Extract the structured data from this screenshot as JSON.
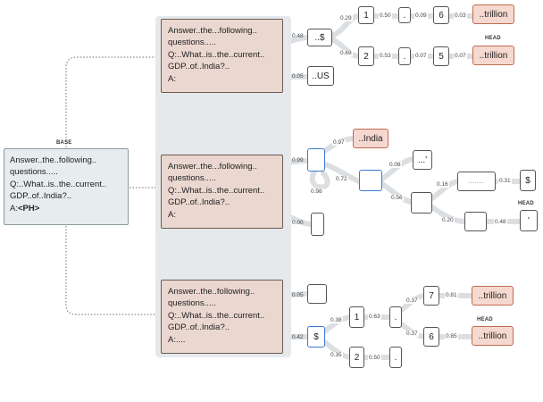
{
  "labels": {
    "base_tag": "BASE",
    "head_tag_1": "HEAD",
    "head_tag_2": "HEAD",
    "head_tag_3": "HEAD"
  },
  "base_prompt": {
    "line1": "Answer..the..following..",
    "line2": "questions.....",
    "line3": "Q:..What..is..the..current..",
    "line4": "GDP..of..India?..",
    "line5_prefix": "A:",
    "placeholder": "<PH>"
  },
  "prompts": [
    {
      "line1": "Answer..the...following..",
      "line2": "questions.....",
      "line3": "Q:..What..is..the..current..",
      "line4": "GDP..of..India?..",
      "line5": "A:"
    },
    {
      "line1": "Answer..the...following..",
      "line2": "questions.....",
      "line3": "Q:..What..is..the..current..",
      "line4": "GDP..of..India?..",
      "line5": "A:"
    },
    {
      "line1": "Answer..the..following..",
      "line2": "questions.....",
      "line3": "Q:..What..is..the..current..",
      "line4": "GDP..of..India?..",
      "line5": "A:...."
    }
  ],
  "tree1": {
    "p_dollar": "0.48",
    "p_us": "0.05",
    "dollar": "..$",
    "us": "..US",
    "p_top": "0.29",
    "p_bot": "0.69",
    "top_1": "1",
    "top_p1": "0.50",
    "top_dot": ".",
    "top_p2": "0.09",
    "top_6": "6",
    "top_p3": "0.03",
    "top_trillion": "..trillion",
    "bot_2": "2",
    "bot_p1": "0.53",
    "bot_dot": ".",
    "bot_p2": "0.07",
    "bot_5": "5",
    "bot_p3": "0.07",
    "bot_trillion": "..trillion"
  },
  "tree2": {
    "p_first": "0.99",
    "p_alt": "0.00",
    "p_india": "0.97",
    "india": "..India",
    "p_loop": "0.98",
    "p_mid": "0.72",
    "p_a": "0.08",
    "p_b": "0.56",
    "n_quote": "...'",
    "p_c": "0.16",
    "p_d": "0.20",
    "dashes": "..........",
    "p_e": "0.31",
    "dollar": "$",
    "p_f": "0.48",
    "tick": "'"
  },
  "tree3": {
    "p_top": "0.05",
    "p_dollar": "0.42",
    "dollar": "$",
    "p_one": "0.38",
    "p_two": "0.35",
    "one": "1",
    "two": "2",
    "p_one_dot": "0.63",
    "p_two_dot": "0.50",
    "dot1": ".",
    "dot2": ".",
    "p_seven": "0.37",
    "p_six": "0.37",
    "seven": "7",
    "six": "6",
    "p_seven_t": "0.81",
    "p_six_t": "0.85",
    "trillion_a": "..trillion",
    "trillion_b": "..trillion"
  },
  "colors": {
    "prompt_fill": "#ead7cf",
    "base_fill": "#e7ecee",
    "panel": "#e6e9ec",
    "node_blue": "#3a7bd5",
    "highlight": "#f5d8cf",
    "edge": "#dcdfe2"
  }
}
